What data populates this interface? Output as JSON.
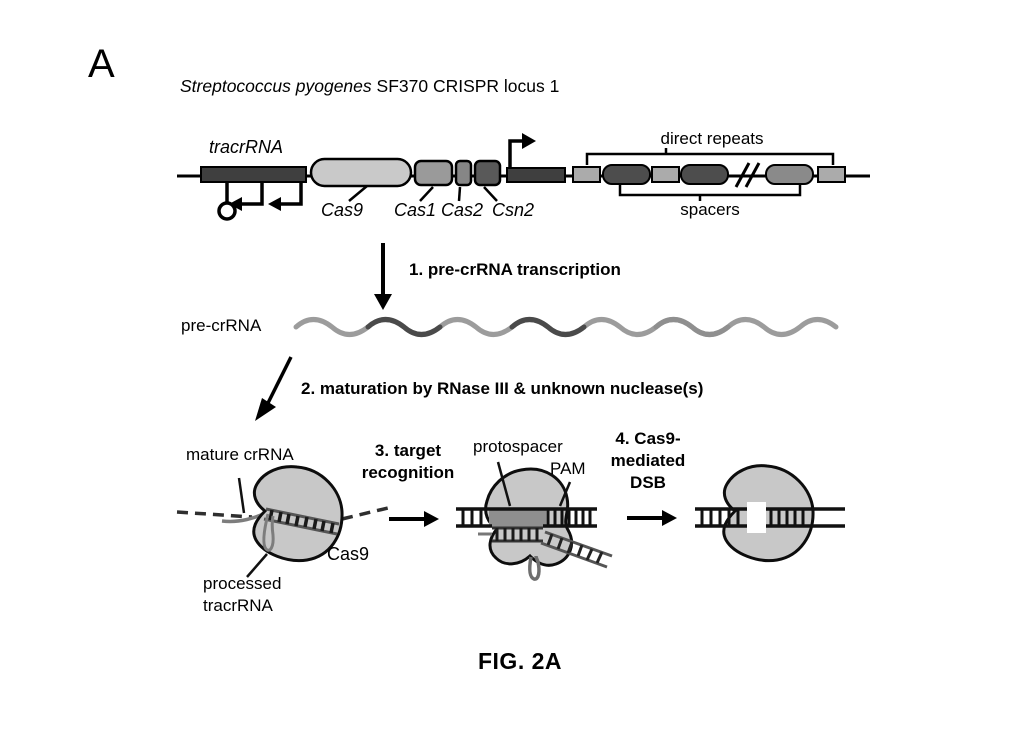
{
  "panel_label": "A",
  "title": {
    "species": "Streptococcus pyogenes",
    "rest": " SF370 CRISPR locus 1"
  },
  "locus": {
    "tracrRNA_label": "tracrRNA",
    "genes": [
      "Cas9",
      "Cas1",
      "Cas2",
      "Csn2"
    ],
    "direct_repeats_label": "direct repeats",
    "spacers_label": "spacers"
  },
  "steps": {
    "step1": "1. pre-crRNA transcription",
    "step2": "2. maturation by RNase III & unknown nuclease(s)",
    "step3_line1": "3. target",
    "step3_line2": "recognition",
    "step4_line1": "4. Cas9-",
    "step4_line2": "mediated",
    "step4_line3": "DSB"
  },
  "labels": {
    "pre_crRNA": "pre-crRNA",
    "mature_crRNA": "mature crRNA",
    "cas9_protein": "Cas9",
    "processed_line1": "processed",
    "processed_line2": "tracrRNA",
    "protospacer": "protospacer",
    "pam": "PAM"
  },
  "figure_label": "FIG. 2A",
  "colors": {
    "tracrRNA_box": "#3f3f3f",
    "cas9_gene": "#c9c9c9",
    "cas1_gene": "#9a9a9a",
    "cas2_gene": "#868686",
    "csn2_gene": "#595959",
    "leader_box": "#3f3f3f",
    "direct_repeat": "#ababab",
    "spacer_dark": "#4d4d4d",
    "spacer_light": "#8a8a8a",
    "protein_blob": "#c8c8c8",
    "rna_gray": "#7d7d7d",
    "wave_light": "#9c9c9c",
    "wave_dark": "#4a4a4a",
    "ink": "#000000"
  }
}
